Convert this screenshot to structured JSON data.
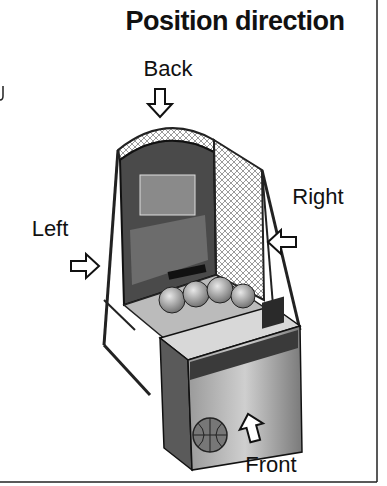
{
  "diagram": {
    "title": "Position direction",
    "labels": [
      "Back",
      "Left",
      "Right",
      "Front"
    ]
  }
}
